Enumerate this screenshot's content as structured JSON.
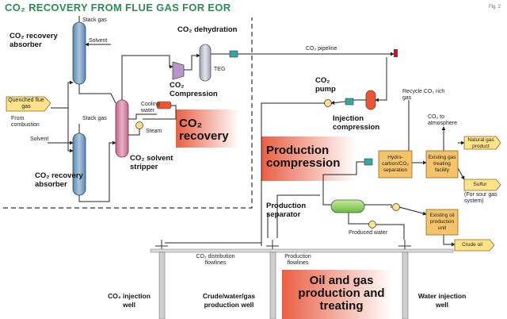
{
  "header": {
    "title": "CO₂ RECOVERY FROM FLUE GAS FOR EOR",
    "fig": "Fig. 2"
  },
  "colors": {
    "title": "#2e8b57",
    "vessel_blue": "#7fa6c9",
    "stripper_pink": "#d98aa8",
    "compressor_purple": "#b797c9",
    "dehy_gray": "#c9ced6",
    "orange_box": "#f5c46a",
    "yellow_box": "#ffe38a",
    "separator_green": "#9fd36b",
    "teal": "#3aa6a0",
    "red_fill": "#e8563a"
  },
  "labels": {
    "stack_gas_top": "Stack gas",
    "solvent_top": "Solvent",
    "absorber_top": "CO₂ recovery absorber",
    "quenched": "Quenched flue gas",
    "from_combustion": "From combustion",
    "stack_gas_mid": "Stack gas",
    "solvent_mid": "Solvent",
    "absorber_bottom": "CO₂ recovery absorber",
    "cooling_water": "Cooling water",
    "steam": "Steam",
    "solvent_stripper": "CO₂ solvent stripper",
    "co2_recovery_big": "CO₂ recovery",
    "dehydration": "CO₂ dehydration",
    "teg": "TEG",
    "compression": "CO₂ Compression",
    "pipeline": "CO₂ pipeline",
    "co2_pump": "CO₂ pump",
    "injection_compression": "Injection compression",
    "recycle": "Recycle CO₂ rich gas",
    "to_atmosphere": "CO₂ to atmosphere",
    "natural_gas_product": "Natural gas product",
    "sulfur": "Sulfur",
    "sour_gas": "(For sour gas system)",
    "hydrocarbon_sep": "Hydro-carbon/CO₂ separation",
    "gas_treating": "Existing gas treating facility",
    "production_compression": "Production compression",
    "production_separator": "Production separator",
    "produced_water": "Produced water",
    "oil_production_unit": "Existing oil production unit",
    "crude_oil": "Crude oil",
    "co2_distribution": "CO₂ distribution flowlines",
    "production_flowlines": "Production flowlines",
    "oil_gas_treating": "Oil and gas production and treating",
    "co2_injection_well": "CO₂ injection well",
    "crude_water_gas_well": "Crude/water/gas production well",
    "water_injection_well": "Water injection well"
  }
}
